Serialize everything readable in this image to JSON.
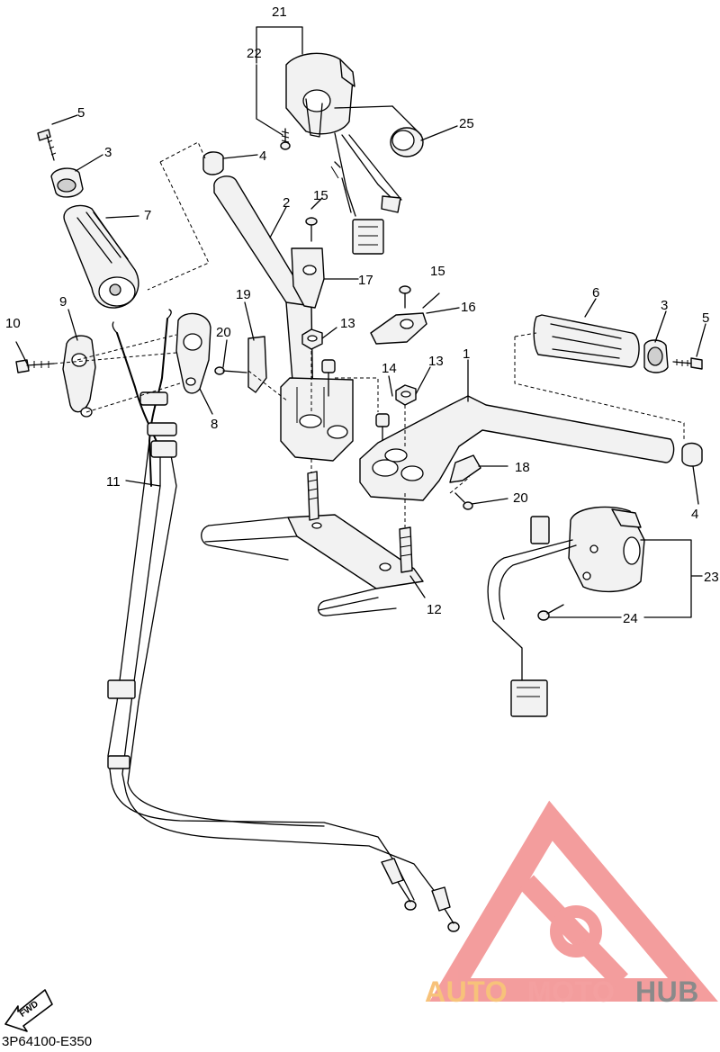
{
  "diagram": {
    "code": "3P64100-E350",
    "fwd_label": "FWD",
    "watermark": {
      "part1": "AUTO",
      "part2": "MOTO",
      "part3": "HUB",
      "colors": {
        "auto": "#f7c27a",
        "moto": "#f4a0a0",
        "hub": "#8a8a8a",
        "logo": "#f28c8c"
      }
    },
    "callouts": [
      {
        "id": "c21",
        "text": "21"
      },
      {
        "id": "c22",
        "text": "22"
      },
      {
        "id": "c25",
        "text": "25"
      },
      {
        "id": "c5a",
        "text": "5"
      },
      {
        "id": "c3a",
        "text": "3"
      },
      {
        "id": "c4a",
        "text": "4"
      },
      {
        "id": "c7",
        "text": "7"
      },
      {
        "id": "c2",
        "text": "2"
      },
      {
        "id": "c15a",
        "text": "15"
      },
      {
        "id": "c17",
        "text": "17"
      },
      {
        "id": "c15b",
        "text": "15"
      },
      {
        "id": "c16",
        "text": "16"
      },
      {
        "id": "c6",
        "text": "6"
      },
      {
        "id": "c3b",
        "text": "3"
      },
      {
        "id": "c5b",
        "text": "5"
      },
      {
        "id": "c10",
        "text": "10"
      },
      {
        "id": "c9",
        "text": "9"
      },
      {
        "id": "c19",
        "text": "19"
      },
      {
        "id": "c20a",
        "text": "20"
      },
      {
        "id": "c13a",
        "text": "13"
      },
      {
        "id": "c14",
        "text": "14"
      },
      {
        "id": "c13b",
        "text": "13"
      },
      {
        "id": "c1",
        "text": "1"
      },
      {
        "id": "c8",
        "text": "8"
      },
      {
        "id": "c11",
        "text": "11"
      },
      {
        "id": "c18",
        "text": "18"
      },
      {
        "id": "c20b",
        "text": "20"
      },
      {
        "id": "c4b",
        "text": "4"
      },
      {
        "id": "c23",
        "text": "23"
      },
      {
        "id": "c24",
        "text": "24"
      },
      {
        "id": "c12",
        "text": "12"
      }
    ]
  }
}
